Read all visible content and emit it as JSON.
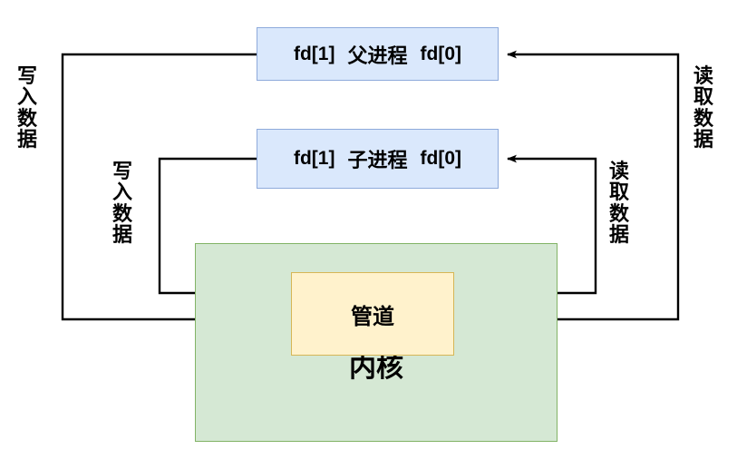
{
  "diagram": {
    "title_text": "",
    "colors": {
      "process_fill": "#dae8fc",
      "process_stroke": "#8eaadb",
      "kernel_fill": "#d5e8d4",
      "kernel_stroke": "#82b366",
      "pipe_fill": "#fff2cc",
      "pipe_stroke": "#d6b656",
      "wire": "#000000",
      "background": "#ffffff"
    },
    "nodes": {
      "parent_process": {
        "fd_write": "fd[1]",
        "name": "父进程",
        "fd_read": "fd[0]"
      },
      "child_process": {
        "fd_write": "fd[1]",
        "name": "子进程",
        "fd_read": "fd[0]"
      },
      "pipe": {
        "label": "管道"
      },
      "kernel": {
        "label": "内核"
      }
    },
    "edge_labels": {
      "parent_write": "写入数据",
      "child_write": "写入数据",
      "parent_read": "读取数据",
      "child_read": "读取数据"
    }
  }
}
